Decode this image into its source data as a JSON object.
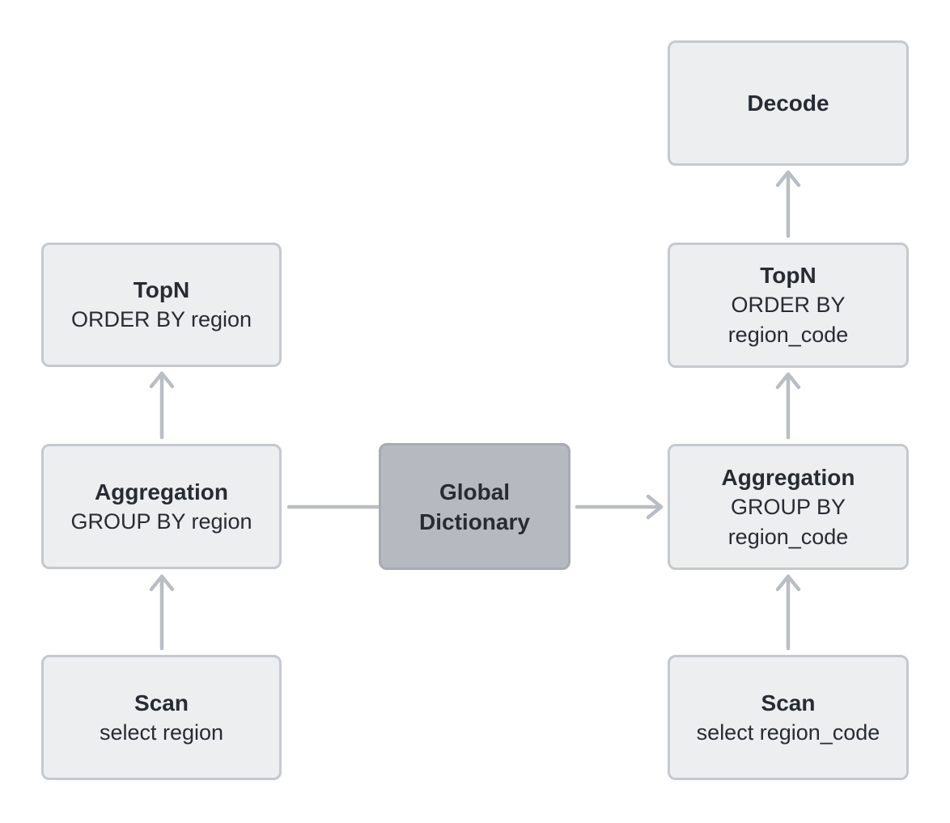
{
  "diagram": {
    "colors": {
      "bg": "#ffffff",
      "node_fill": "#eceef0",
      "node_border": "#c5c9cf",
      "dict_fill": "#b6bac0",
      "dict_border": "#a8acb2",
      "arrow_color": "#b9bdc4",
      "text_color": "#272c33"
    },
    "left_plan": {
      "topn": {
        "title": "TopN",
        "subtitle": "ORDER BY region"
      },
      "aggregation": {
        "title": "Aggregation",
        "subtitle": "GROUP BY region"
      },
      "scan": {
        "title": "Scan",
        "subtitle": "select region"
      }
    },
    "dictionary": {
      "title": "Global Dictionary"
    },
    "right_plan": {
      "decode": {
        "title": "Decode"
      },
      "topn": {
        "title": "TopN",
        "subtitle": "ORDER BY region_code"
      },
      "aggregation": {
        "title": "Aggregation",
        "subtitle": "GROUP BY region_code"
      },
      "scan": {
        "title": "Scan",
        "subtitle": "select region_code"
      }
    }
  }
}
